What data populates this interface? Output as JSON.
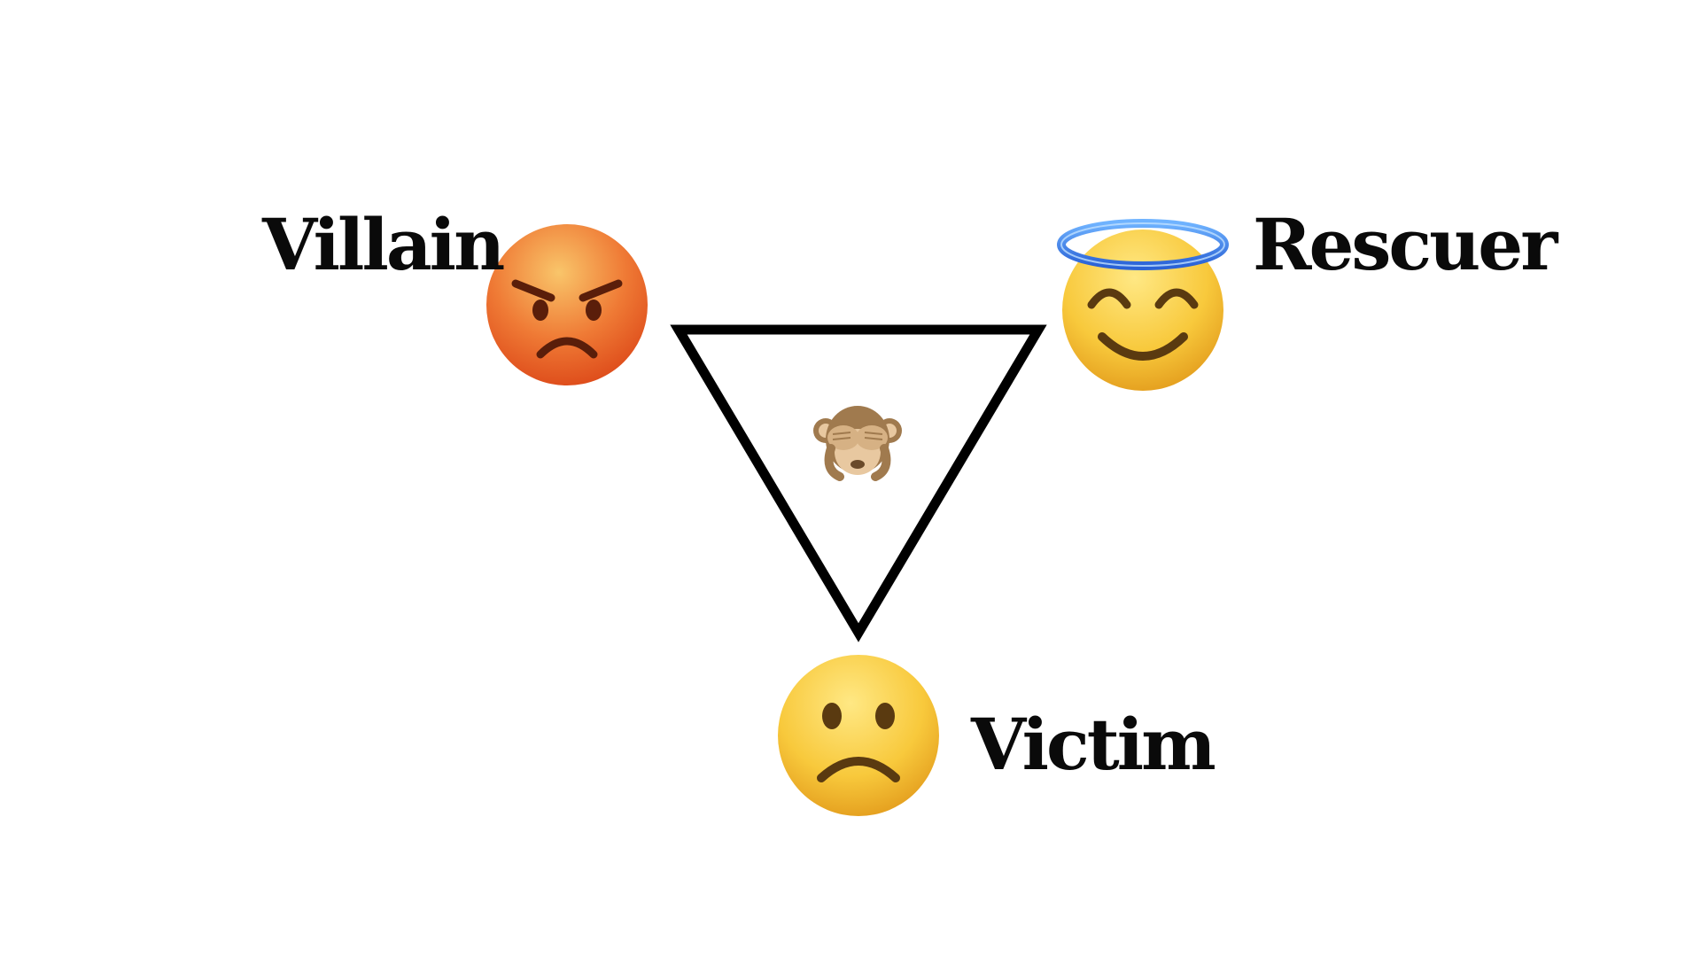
{
  "roles": {
    "villain": {
      "label": "Villain",
      "icon": "angry-face-icon"
    },
    "rescuer": {
      "label": "Rescuer",
      "icon": "smiling-face-with-halo-icon"
    },
    "victim": {
      "label": "Victim",
      "icon": "frowning-face-icon"
    }
  },
  "center_icon": "see-no-evil-monkey-icon",
  "colors": {
    "background": "#ffffff",
    "text": "#0a0a0a",
    "triangle_stroke": "#000000",
    "angry_face_top": "#f5b254",
    "angry_face_bottom": "#e24a1e",
    "happy_face_top": "#ffe06a",
    "happy_face_bottom": "#e9a21d",
    "halo": "#3b7fe6",
    "monkey_fur": "#a07a4e",
    "monkey_face": "#e8c8a0"
  }
}
